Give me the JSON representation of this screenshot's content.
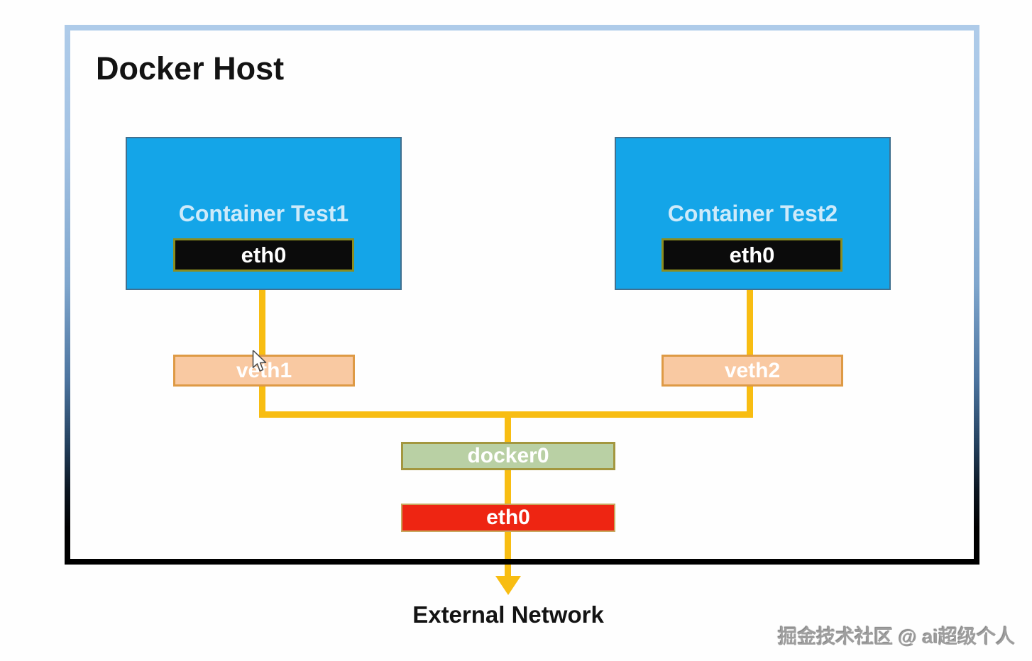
{
  "diagram": {
    "title": "Docker Host",
    "containers": [
      {
        "name": "Container Test1",
        "interface": "eth0"
      },
      {
        "name": "Container Test2",
        "interface": "eth0"
      }
    ],
    "veth_interfaces": [
      {
        "label": "veth1"
      },
      {
        "label": "veth2"
      }
    ],
    "bridge": {
      "label": "docker0"
    },
    "host_interface": {
      "label": "eth0"
    },
    "external_network_label": "External Network",
    "watermark": "掘金技术社区 @ ai超级个人",
    "colors": {
      "container_fill": "#14a5e8",
      "container_border": "#41708f",
      "container_label": "#cdeafa",
      "container_eth0_fill": "#0b0b0b",
      "container_eth0_border": "#8b8d20",
      "veth_fill": "#f9c9a2",
      "veth_border": "#de9a45",
      "bridge_fill": "#b9d0a4",
      "bridge_border": "#a3973f",
      "host_eth0_fill": "#ee2512",
      "host_eth0_border": "#c8a75e",
      "connector_line": "#f8bd12",
      "host_border_top": "#aecbe9",
      "host_border_bottom": "#000000"
    }
  }
}
